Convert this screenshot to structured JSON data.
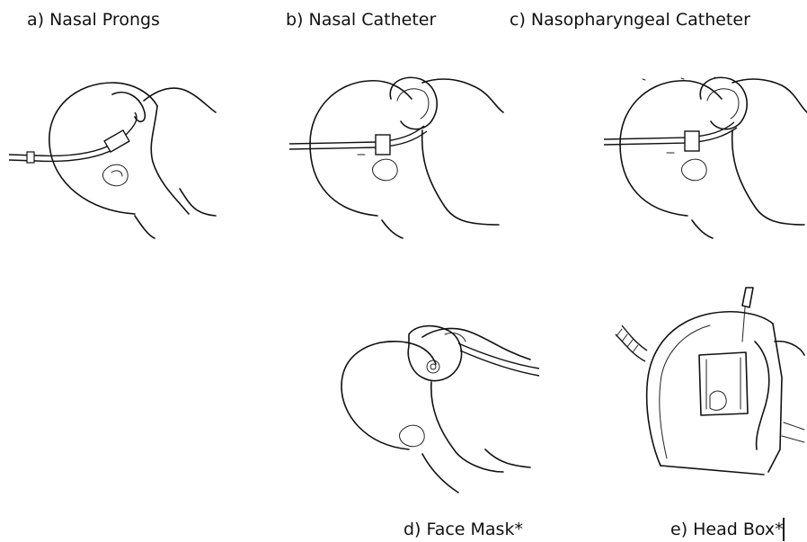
{
  "labels": {
    "a": "a) Nasal Prongs",
    "b": "b) Nasal Catheter",
    "c": "c) Nasopharyngeal Catheter",
    "d": "d) Face Mask*",
    "e": "e) Head Box*"
  },
  "colors": {
    "ink": "#111111",
    "background": "#ffffff"
  }
}
